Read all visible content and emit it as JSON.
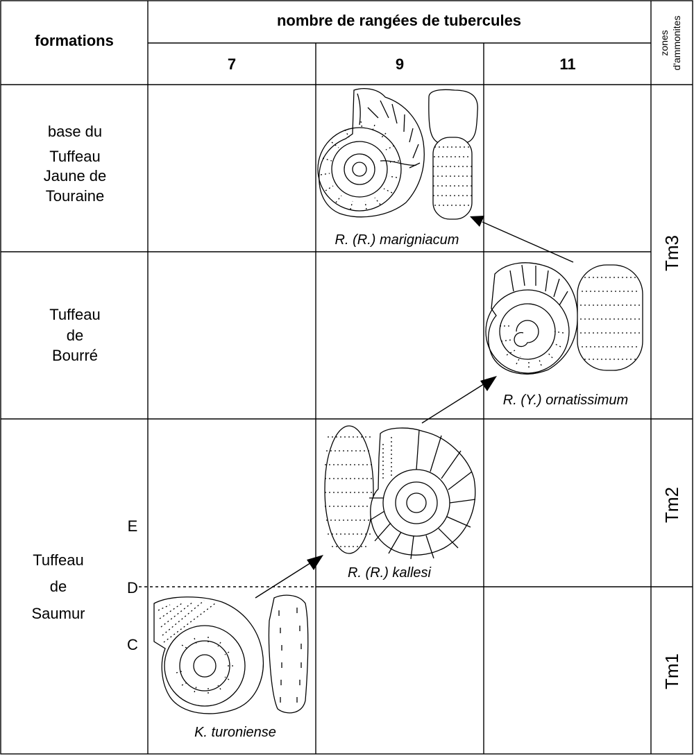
{
  "header": {
    "formations": "formations",
    "tubercle_rows": "nombre de rangées de tubercules",
    "columns": [
      "7",
      "9",
      "11"
    ],
    "zones_line1": "zones",
    "zones_line2": "d'ammonites"
  },
  "formations": {
    "row1": [
      "base du",
      "Tuffeau",
      "Jaune de",
      "Touraine"
    ],
    "row2": [
      "Tuffeau",
      "de",
      "Bourré"
    ],
    "row3": [
      "Tuffeau",
      "de",
      "Saumur"
    ]
  },
  "levels": [
    "E",
    "D",
    "C"
  ],
  "zones": [
    "Tm3",
    "Tm2",
    "Tm1"
  ],
  "species": {
    "marigniacum": "R. (R.) marigniacum",
    "ornatissimum": "R. (Y.) ornatissimum",
    "kallesi": "R. (R.) kallesi",
    "turoniense": "K. turoniense"
  },
  "icons": [
    "ammonite-shell-icon",
    "arrow-icon"
  ]
}
